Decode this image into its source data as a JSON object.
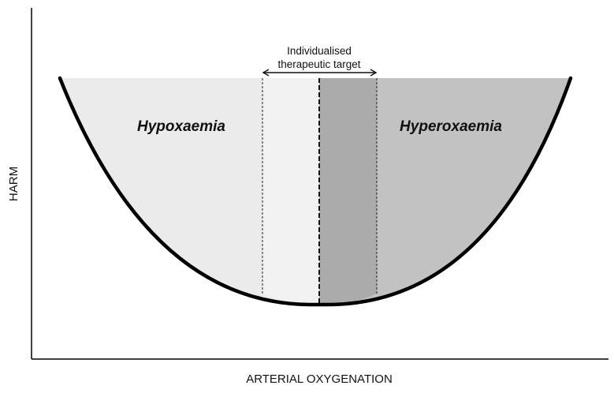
{
  "axes": {
    "x_label": "ARTERIAL OXYGENATION",
    "y_label": "HARM"
  },
  "regions": {
    "left": {
      "label": "Hypoxaemia",
      "color": "#ebebeb"
    },
    "right": {
      "label": "Hyperoxaemia",
      "color": "#c2c2c2"
    },
    "target_band_left_color": "#f2f2f2",
    "target_band_right_color": "#ababab"
  },
  "target": {
    "line1": "Individualised",
    "line2": "therapeutic target"
  },
  "colors": {
    "curve": "#000000",
    "axis": "#000000"
  }
}
